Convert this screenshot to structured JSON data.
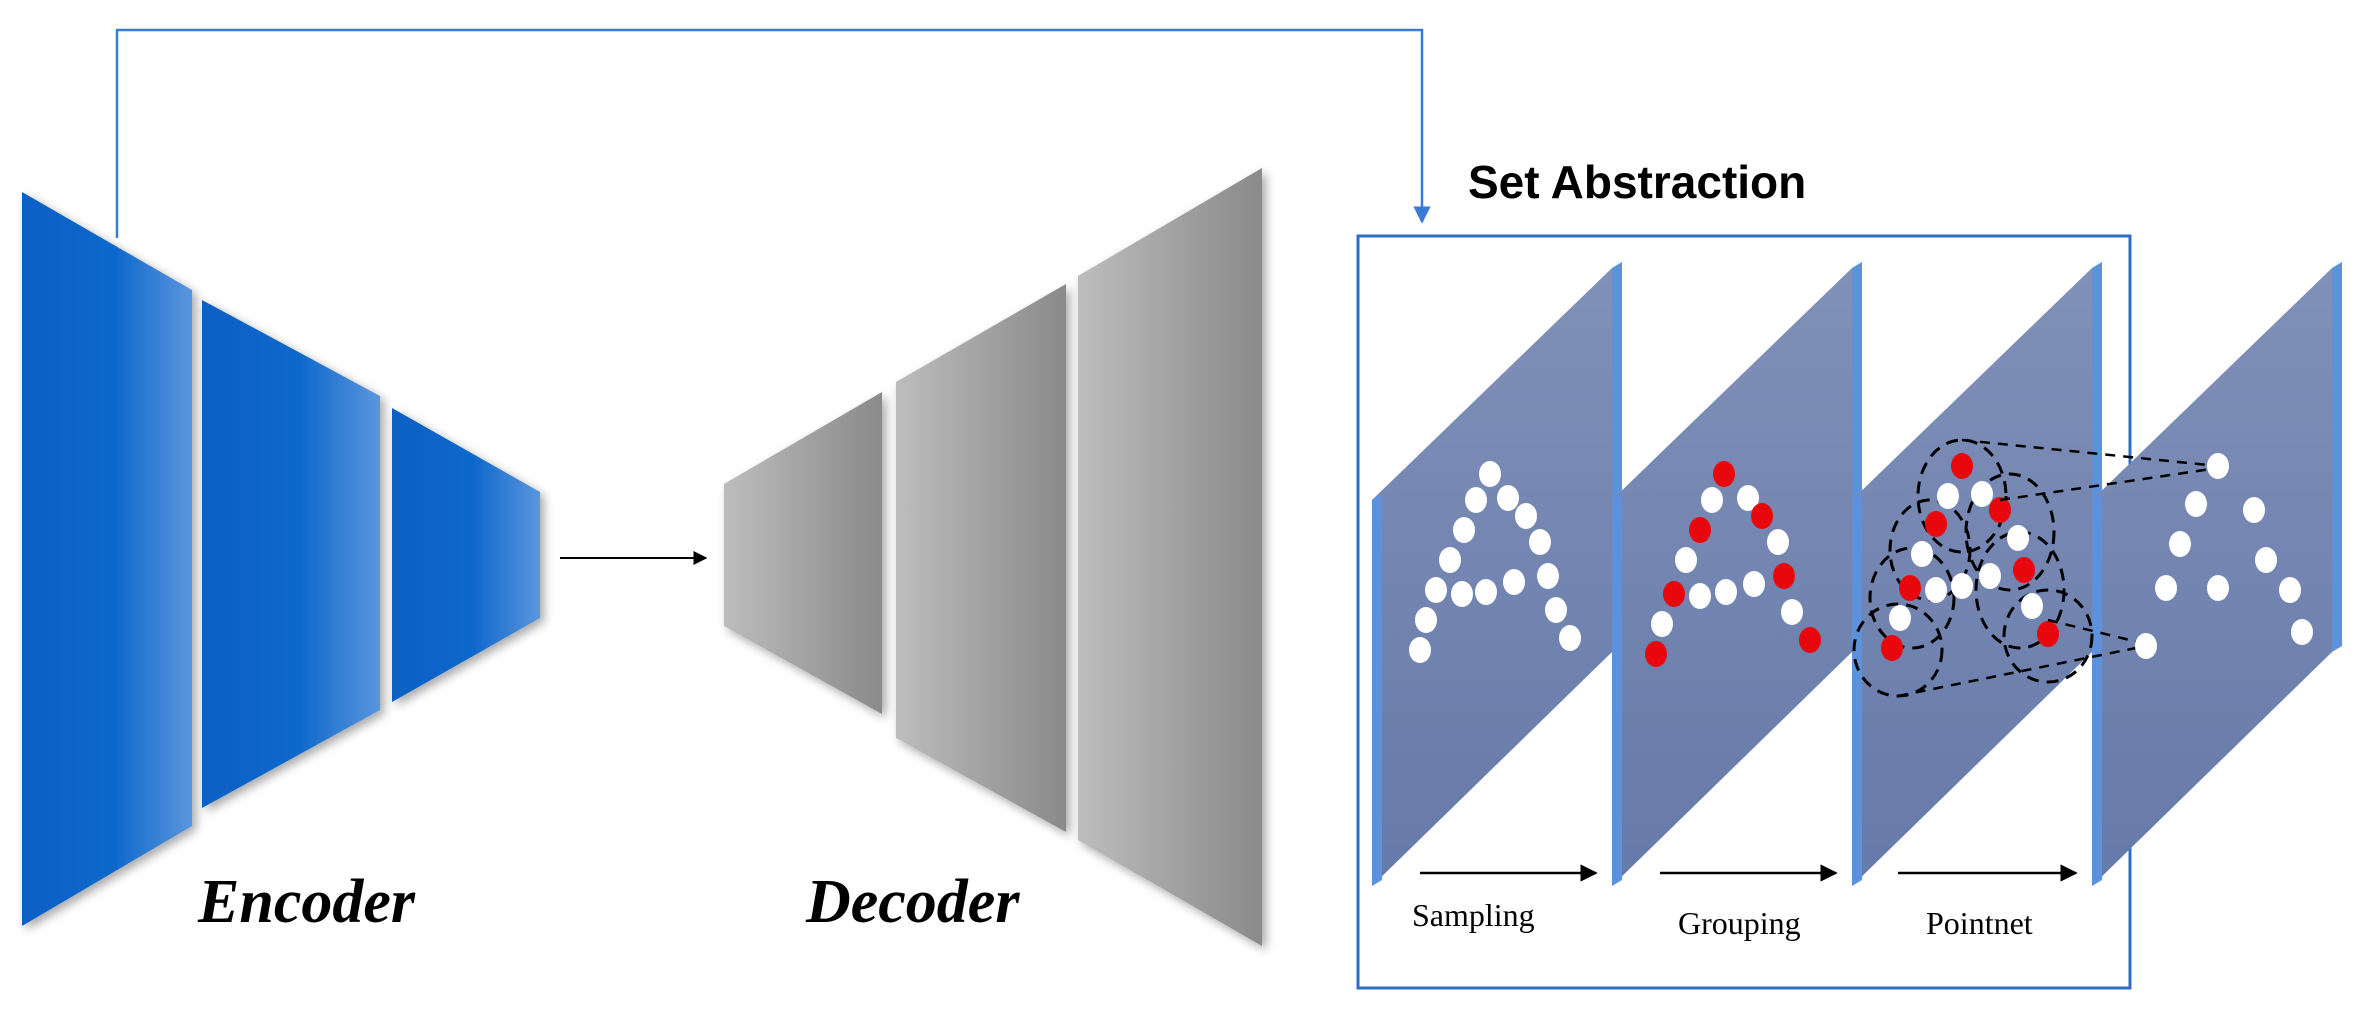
{
  "labels": {
    "encoder": "Encoder",
    "decoder": "Decoder",
    "set_abstraction": "Set Abstraction",
    "steps": [
      "Sampling",
      "Grouping",
      "Pointnet"
    ]
  },
  "colors": {
    "encoder_blue": "#0a62c8",
    "encoder_light": "#4a8fdc",
    "decoder_gray": "#9a9a9a",
    "decoder_light": "#c4c4c4",
    "panel_fill": "#7287b2",
    "panel_edge": "#5b8fd6",
    "connector": "#3a7bd5",
    "sampled_point": "#e8070c",
    "point": "#ffffff"
  },
  "icons": [
    "arrow-right-icon",
    "dashed-circle-icon"
  ]
}
